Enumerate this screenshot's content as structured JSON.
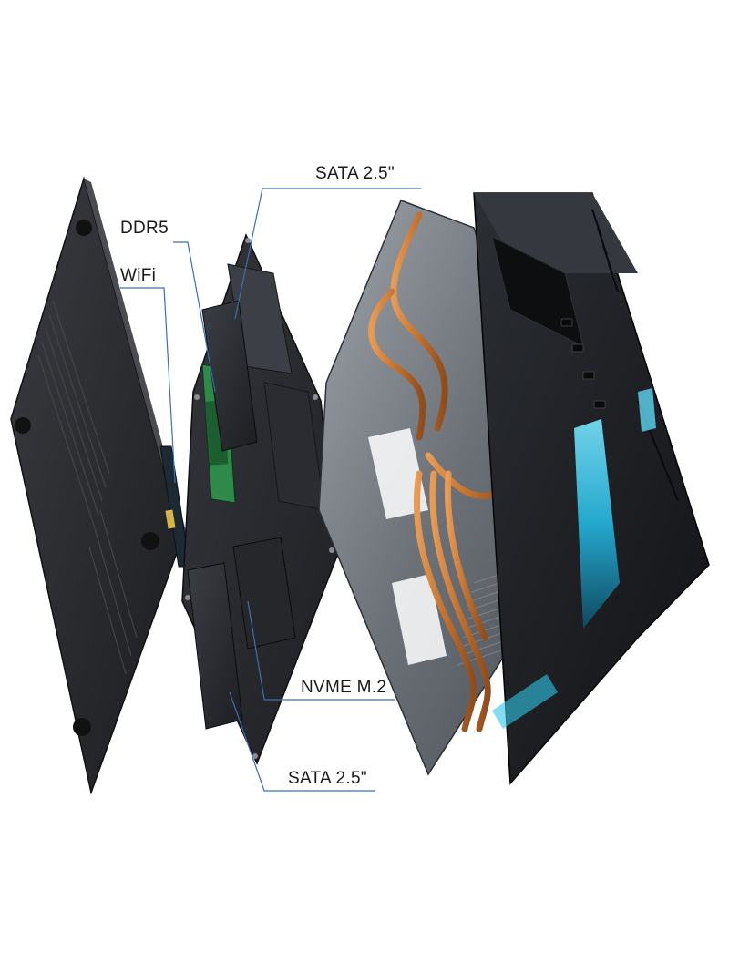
{
  "callouts": {
    "sata_top": "SATA 2.5\"",
    "ddr5": "DDR5",
    "wifi": "WiFi",
    "nvme": "NVME M.2",
    "sata_bottom": "SATA 2.5\""
  },
  "colors": {
    "callout_line": "#3a6fb0",
    "copper": "#c97a3a",
    "accent_glow": "#2ec6e8",
    "chassis_dark": "#1e2024",
    "pcb_dark": "#2a2c30"
  }
}
